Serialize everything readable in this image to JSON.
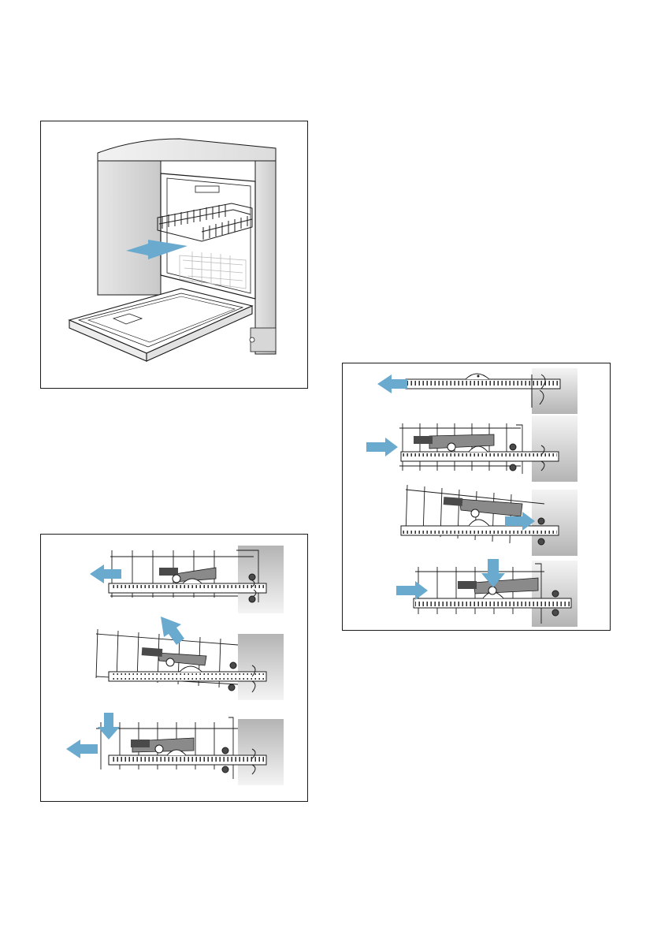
{
  "colors": {
    "arrow": "#6aaacf",
    "line": "#1a1a1a",
    "wall_light": "#f0f0f0",
    "wall_dark": "#b9b9b9",
    "latch": "#8a8a8a",
    "latch_dark": "#4a4a4a",
    "frame": "#1a1a1a"
  },
  "figures": [
    {
      "id": "remove-basket",
      "description_icon": "dishwasher-basket-pull-out-illustration"
    },
    {
      "id": "unhook-steps",
      "steps": 3,
      "icons": [
        "arrow-left-icon",
        "arrow-up-right-icon",
        "arrow-down-icon"
      ]
    },
    {
      "id": "refit-steps",
      "steps": 4,
      "icons": [
        "arrow-left-icon",
        "arrow-right-icon",
        "arrow-right-icon",
        "arrow-down-icon"
      ]
    }
  ]
}
